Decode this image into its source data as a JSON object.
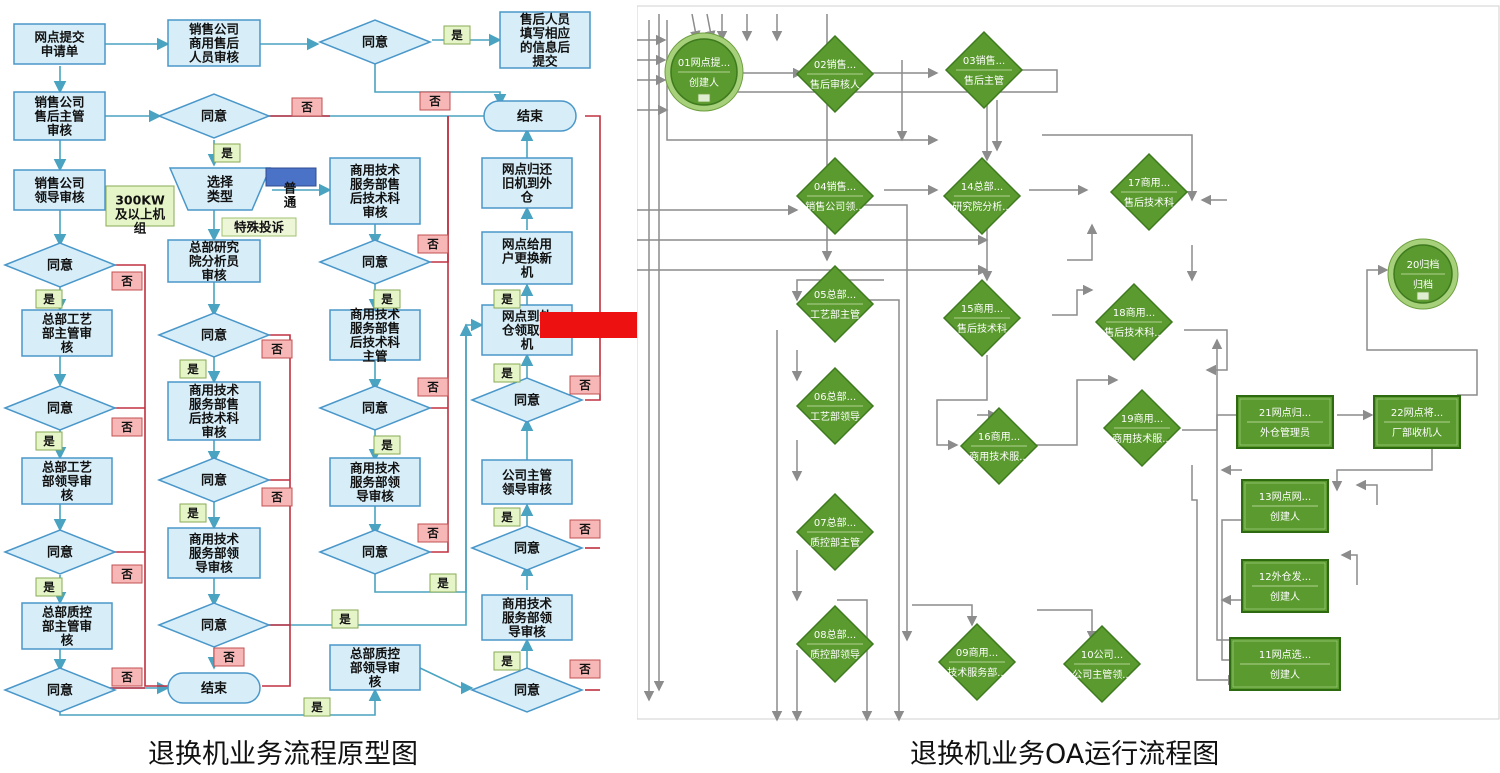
{
  "proto": {
    "caption": "退换机业务流程原型图",
    "boxes": [
      {
        "id": "b1",
        "lines": [
          "网点提交",
          "申请单"
        ]
      },
      {
        "id": "b2",
        "lines": [
          "销售公司",
          "商用售后",
          "人员审核"
        ]
      },
      {
        "id": "b3",
        "lines": [
          "售后人员",
          "填写相应",
          "的信息后",
          "提交"
        ]
      },
      {
        "id": "b4",
        "lines": [
          "销售公司",
          "售后主管",
          "审核"
        ]
      },
      {
        "id": "b5",
        "lines": [
          "销售公司",
          "领导审核"
        ]
      },
      {
        "id": "b6",
        "lines": [
          "商用技术",
          "服务部售",
          "后技术科",
          "审核"
        ]
      },
      {
        "id": "b7",
        "lines": [
          "总部研究",
          "院分析员",
          "审核"
        ]
      },
      {
        "id": "b8",
        "lines": [
          "网点归还",
          "旧机到外",
          "仓"
        ]
      },
      {
        "id": "b9",
        "lines": [
          "网点给用",
          "户更换新",
          "机"
        ]
      },
      {
        "id": "b10",
        "lines": [
          "网点到外",
          "仓领取新",
          "机"
        ]
      },
      {
        "id": "b11",
        "lines": [
          "总部工艺",
          "部主管审",
          "核"
        ]
      },
      {
        "id": "b12",
        "lines": [
          "商用技术",
          "服务部售",
          "后技术科",
          "审核"
        ]
      },
      {
        "id": "b13",
        "lines": [
          "商用技术",
          "服务部售",
          "后技术科",
          "主管"
        ]
      },
      {
        "id": "b14",
        "lines": [
          "总部工艺",
          "部领导审",
          "核"
        ]
      },
      {
        "id": "b15",
        "lines": [
          "商用技术",
          "服务部领",
          "导审核"
        ]
      },
      {
        "id": "b16",
        "lines": [
          "商用技术",
          "服务部领",
          "导审核"
        ]
      },
      {
        "id": "b17",
        "lines": [
          "公司主管",
          "领导审核"
        ]
      },
      {
        "id": "b18",
        "lines": [
          "总部质控",
          "部主管审",
          "核"
        ]
      },
      {
        "id": "b19",
        "lines": [
          "商用技术",
          "服务部领",
          "导审核"
        ]
      },
      {
        "id": "b20",
        "lines": [
          "总部质控",
          "部领导审",
          "核"
        ]
      }
    ],
    "agree": "同意",
    "yes": "是",
    "no": "否",
    "select_type": [
      "选择",
      "类型"
    ],
    "end": "结束",
    "normal": [
      "普",
      "通"
    ],
    "special": "特殊投诉",
    "kw": [
      "300KW",
      "及以上机",
      "组"
    ]
  },
  "oa": {
    "caption": "退换机业务OA运行流程图",
    "nodes": [
      {
        "id": "n01",
        "top": "01网点提...",
        "bottom": "创建人",
        "shape": "circle"
      },
      {
        "id": "n02",
        "top": "02销售...",
        "bottom": "售后审核人",
        "shape": "diamond"
      },
      {
        "id": "n03",
        "top": "03销售...",
        "bottom": "售后主管",
        "shape": "diamond"
      },
      {
        "id": "n04",
        "top": "04销售...",
        "bottom": "销售公司领...",
        "shape": "diamond"
      },
      {
        "id": "n14",
        "top": "14总部...",
        "bottom": "研究院分析...",
        "shape": "diamond"
      },
      {
        "id": "n17",
        "top": "17商用...",
        "bottom": "售后技术科",
        "shape": "diamond"
      },
      {
        "id": "n20",
        "top": "20归档",
        "bottom": "归档",
        "shape": "circle"
      },
      {
        "id": "n05",
        "top": "05总部...",
        "bottom": "工艺部主管",
        "shape": "diamond"
      },
      {
        "id": "n15",
        "top": "15商用...",
        "bottom": "售后技术科",
        "shape": "diamond"
      },
      {
        "id": "n18",
        "top": "18商用...",
        "bottom": "售后技术科...",
        "shape": "diamond"
      },
      {
        "id": "n06",
        "top": "06总部...",
        "bottom": "工艺部领导",
        "shape": "diamond"
      },
      {
        "id": "n16",
        "top": "16商用...",
        "bottom": "商用技术服...",
        "shape": "diamond"
      },
      {
        "id": "n19",
        "top": "19商用...",
        "bottom": "商用技术服...",
        "shape": "diamond"
      },
      {
        "id": "n21",
        "top": "21网点归...",
        "bottom": "外仓管理员",
        "shape": "box"
      },
      {
        "id": "n22",
        "top": "22网点将...",
        "bottom": "厂部收机人",
        "shape": "box"
      },
      {
        "id": "n13",
        "top": "13网点网...",
        "bottom": "创建人",
        "shape": "box"
      },
      {
        "id": "n07",
        "top": "07总部...",
        "bottom": "质控部主管",
        "shape": "diamond"
      },
      {
        "id": "n12",
        "top": "12外仓发...",
        "bottom": "创建人",
        "shape": "box"
      },
      {
        "id": "n08",
        "top": "08总部...",
        "bottom": "质控部领导",
        "shape": "diamond"
      },
      {
        "id": "n09",
        "top": "09商用...",
        "bottom": "技术服务部...",
        "shape": "diamond"
      },
      {
        "id": "n10",
        "top": "10公司...",
        "bottom": "公司主管领...",
        "shape": "diamond"
      },
      {
        "id": "n11",
        "top": "11网点选...",
        "bottom": "创建人",
        "shape": "box"
      }
    ]
  },
  "colors": {
    "proto_box_fill": "#d7eef9",
    "proto_box_stroke": "#4a97c9",
    "proto_line": "#4aa3c0",
    "proto_no_line": "#c03040",
    "yes_fill": "#e6f5c8",
    "no_fill": "#f7b7b7",
    "oa_green": "#5a9a2e",
    "oa_line": "#8c8c8c",
    "arrow": "#ee1111"
  }
}
